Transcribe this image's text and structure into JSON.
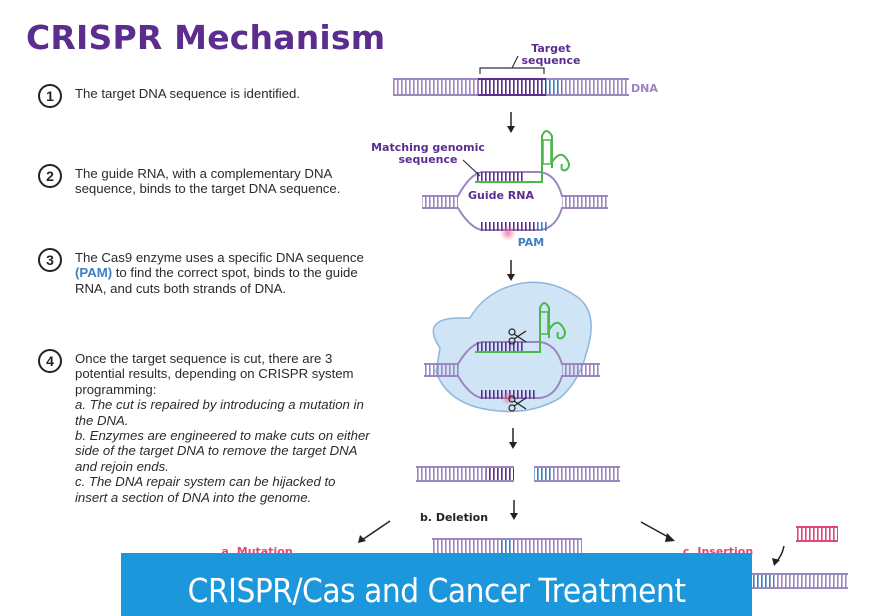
{
  "title": "CRISPR Mechanism",
  "steps": [
    {
      "number": "1",
      "text": "The target DNA sequence is identified."
    },
    {
      "number": "2",
      "text": "The guide RNA, with a complementary DNA sequence, binds to the target DNA sequence."
    },
    {
      "number": "3",
      "text_before": "The Cas9 enzyme uses a specific DNA sequence ",
      "pam": "(PAM)",
      "text_after": " to find the correct spot, binds to the guide RNA, and cuts both strands of DNA."
    },
    {
      "number": "4",
      "intro": "Once the target sequence is cut, there are 3 potential results, depending on CRISPR system programming:",
      "a": "a. The cut is repaired by introducing a mutation in the DNA.",
      "b": "b. Enzymes are engineered to make cuts on either side of the target DNA to remove the target DNA and rejoin ends.",
      "c": "c. The DNA repair system can be hijacked to insert a section of DNA into the genome."
    }
  ],
  "diagram_labels": {
    "target_sequence": "Target sequence",
    "dna": "DNA",
    "matching_genomic_sequence": "Matching genomic sequence",
    "guide_rna": "Guide RNA",
    "pam": "PAM",
    "deletion": "b. Deletion",
    "mutation": "a. Mutation",
    "insertion": "c. Insertion"
  },
  "colors": {
    "title": "#5b2d8e",
    "dna_strand": "#9b86c2",
    "target": "#5b2d8e",
    "pam": "#3d7fc1",
    "guide_rna": "#4cb84a",
    "cas9": "#cfe4f5",
    "insert": "#e0457b",
    "banner": "#1d97db"
  },
  "banner": {
    "text": "CRISPR/Cas and Cancer Treatment"
  }
}
